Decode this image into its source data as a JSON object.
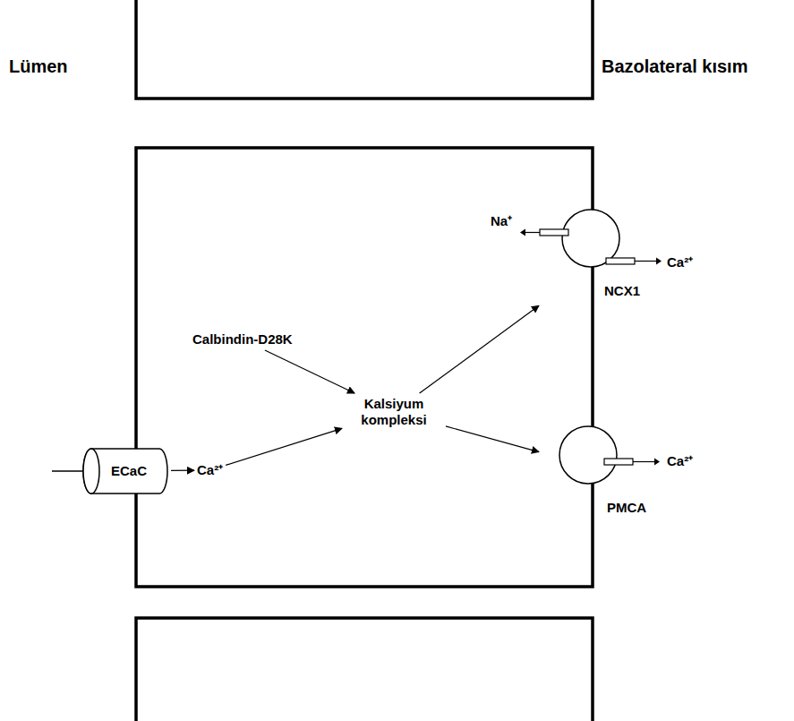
{
  "diagram": {
    "nodes": [
      {
        "text": [
          "ECaC"
        ]
      },
      {
        "text": [
          "Ca²⁺"
        ]
      },
      {
        "text": [
          "Calbindin-D28K"
        ]
      },
      {
        "text": [
          "Kalsiyum kompleksi"
        ]
      },
      {
        "text": [
          "NCX1"
        ]
      },
      {
        "text": [
          "PMCA"
        ]
      }
    ],
    "edges": [
      {
        "from": 0,
        "to": 1,
        "arrow": "to"
      },
      {
        "from": 1,
        "to": 3,
        "arrow": "to"
      },
      {
        "from": 2,
        "to": 3,
        "arrow": "to"
      },
      {
        "from": 3,
        "to": 4,
        "arrow": "to"
      },
      {
        "from": 3,
        "to": 5,
        "arrow": "to"
      }
    ],
    "labels": [
      "Lümen",
      "Bazolateral kısım",
      "Na⁺",
      "Ca²⁺",
      "Ca²⁺"
    ]
  }
}
